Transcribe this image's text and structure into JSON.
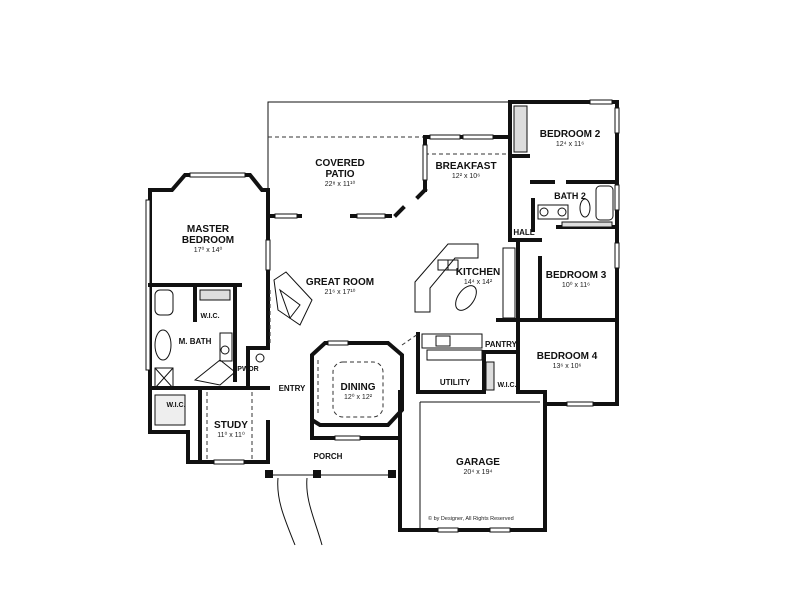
{
  "plan": {
    "rooms": [
      {
        "id": "covered-patio",
        "name": "COVERED\nPATIO",
        "line1": "COVERED",
        "line2": "PATIO",
        "dims": "22⁸ x 11¹⁰"
      },
      {
        "id": "breakfast",
        "name": "BREAKFAST",
        "dims": "12² x 10⁶"
      },
      {
        "id": "bedroom-2",
        "name": "BEDROOM 2",
        "dims": "12⁴ x 11⁶"
      },
      {
        "id": "bath-2",
        "name": "BATH 2"
      },
      {
        "id": "hall",
        "name": "HALL"
      },
      {
        "id": "master-bedroom",
        "line1": "MASTER",
        "line2": "BEDROOM",
        "dims": "17⁰ x 14⁰"
      },
      {
        "id": "great-room",
        "name": "GREAT ROOM",
        "dims": "21⁶ x 17¹⁰"
      },
      {
        "id": "kitchen",
        "name": "KITCHEN",
        "dims": "14⁴ x 14²"
      },
      {
        "id": "bedroom-3",
        "name": "BEDROOM 3",
        "dims": "10⁰ x 11⁶"
      },
      {
        "id": "bedroom-4",
        "name": "BEDROOM 4",
        "dims": "13⁶ x 10⁶"
      },
      {
        "id": "pantry",
        "name": "PANTRY"
      },
      {
        "id": "master-wic",
        "name": "W.I.C."
      },
      {
        "id": "master-bath",
        "name": "M. BATH"
      },
      {
        "id": "powder",
        "name": "PWDR"
      },
      {
        "id": "entry",
        "name": "ENTRY"
      },
      {
        "id": "dining",
        "name": "DINING",
        "dims": "12⁰ x 12²"
      },
      {
        "id": "utility",
        "name": "UTILITY"
      },
      {
        "id": "bedroom4-wic",
        "name": "W.I.C."
      },
      {
        "id": "study-wic",
        "name": "W.I.C."
      },
      {
        "id": "study",
        "name": "STUDY",
        "dims": "11⁰ x 11⁰"
      },
      {
        "id": "porch",
        "name": "PORCH"
      },
      {
        "id": "garage",
        "name": "GARAGE",
        "dims": "20⁴ x 19⁴"
      }
    ],
    "copyright": "© by Designer, All Rights Reserved"
  }
}
